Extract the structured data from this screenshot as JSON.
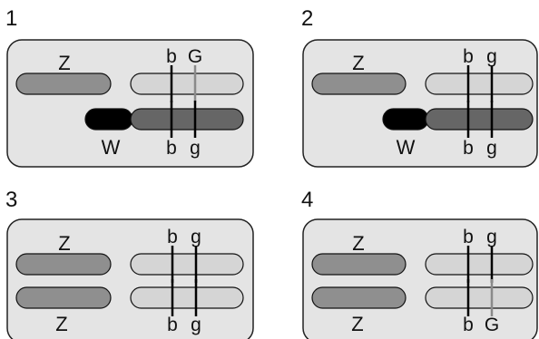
{
  "colors": {
    "panel_fill": "#e4e4e4",
    "panel_stroke": "#222222",
    "z_chromosome": "#8f8f8f",
    "w_chromosome": "#000000",
    "light_chromatid": "#d5d5d5",
    "dark_chromatid": "#666666",
    "band_black": "#000000",
    "band_gray": "#8a8a8a"
  },
  "panels": [
    {
      "number": "1",
      "top_left_label": "Z",
      "bottom_left_label": "W",
      "top_left_chromosome": "z",
      "bottom_left_chromosome": "w",
      "top_right": {
        "shade": "light",
        "locus_b": "b",
        "locus_g": "G",
        "g_band": "gray"
      },
      "bottom_right": {
        "shade": "dark",
        "locus_b": "b",
        "locus_g": "g",
        "g_band": "black"
      }
    },
    {
      "number": "2",
      "top_left_label": "Z",
      "bottom_left_label": "W",
      "top_left_chromosome": "z",
      "bottom_left_chromosome": "w",
      "top_right": {
        "shade": "light",
        "locus_b": "b",
        "locus_g": "g",
        "g_band": "black"
      },
      "bottom_right": {
        "shade": "dark",
        "locus_b": "b",
        "locus_g": "g",
        "g_band": "black"
      }
    },
    {
      "number": "3",
      "top_left_label": "Z",
      "bottom_left_label": "Z",
      "top_left_chromosome": "z",
      "bottom_left_chromosome": "z",
      "top_right": {
        "shade": "light",
        "locus_b": "b",
        "locus_g": "g",
        "g_band": "black"
      },
      "bottom_right": {
        "shade": "light",
        "locus_b": "b",
        "locus_g": "g",
        "g_band": "black"
      }
    },
    {
      "number": "4",
      "top_left_label": "Z",
      "bottom_left_label": "Z",
      "top_left_chromosome": "z",
      "bottom_left_chromosome": "z",
      "top_right": {
        "shade": "light",
        "locus_b": "b",
        "locus_g": "g",
        "g_band": "black"
      },
      "bottom_right": {
        "shade": "light",
        "locus_b": "b",
        "locus_g": "G",
        "g_band": "gray"
      }
    }
  ]
}
